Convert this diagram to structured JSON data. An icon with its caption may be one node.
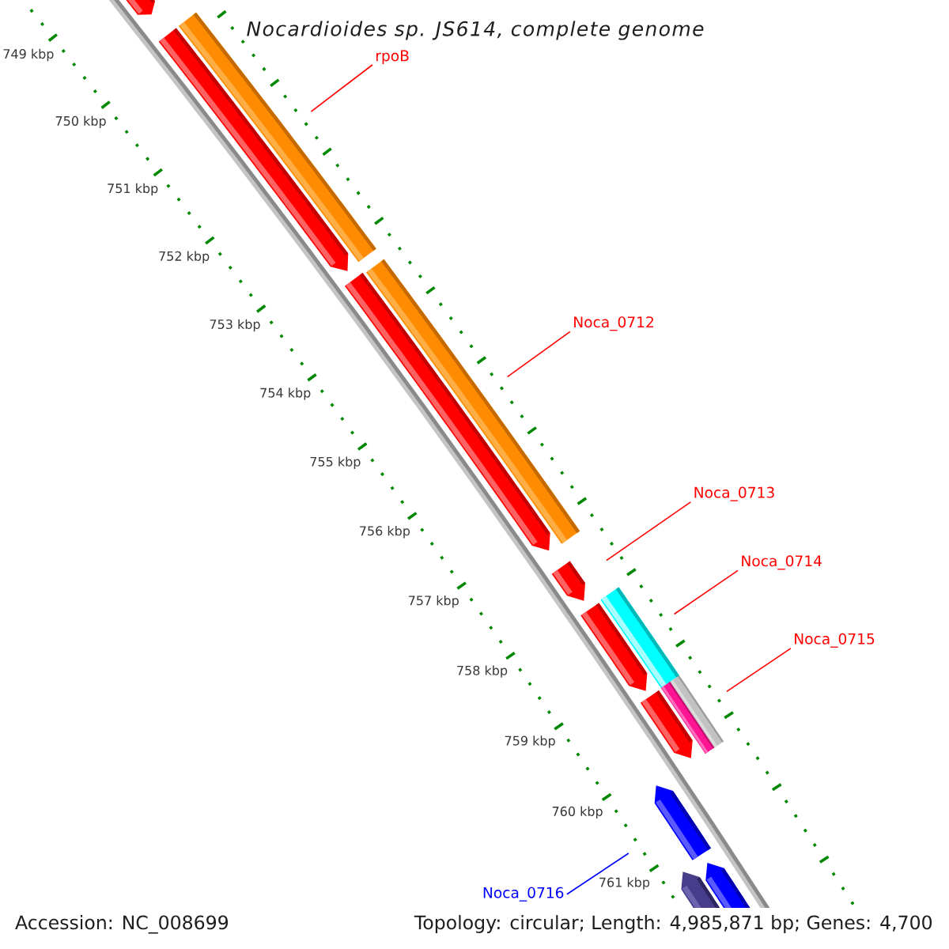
{
  "diagram": {
    "title": "Nocardioides sp. JS614, complete genome",
    "nodes": [
      {
        "text": [
          "rpoB"
        ]
      },
      {
        "text": [
          "Noca_0712"
        ]
      },
      {
        "text": [
          "Noca_0713"
        ]
      },
      {
        "text": [
          "Noca_0714"
        ]
      },
      {
        "text": [
          "Noca_0715"
        ]
      },
      {
        "text": [
          "Noca_0716"
        ]
      },
      {
        "text": [],
        "shape": "arrow"
      },
      {
        "text": [],
        "shape": "arrow"
      },
      {
        "text": [],
        "shape": "bar"
      },
      {
        "text": [],
        "shape": "arrow"
      },
      {
        "text": [],
        "shape": "bar"
      },
      {
        "text": [],
        "shape": "arrow"
      },
      {
        "text": [],
        "shape": "arrow"
      },
      {
        "text": [],
        "shape": "bar"
      },
      {
        "text": [],
        "shape": "arrow"
      },
      {
        "text": [],
        "shape": "bar"
      },
      {
        "text": [],
        "shape": "arrow"
      },
      {
        "text": [],
        "shape": "arrow"
      },
      {
        "text": [],
        "shape": "arrow"
      }
    ],
    "edges": [
      {
        "from": 0,
        "to": 8,
        "arrow": "none"
      },
      {
        "from": 1,
        "to": 10,
        "arrow": "none"
      },
      {
        "from": 2,
        "to": 11,
        "arrow": "none"
      },
      {
        "from": 3,
        "to": 13,
        "arrow": "none"
      },
      {
        "from": 4,
        "to": 15,
        "arrow": "none"
      },
      {
        "from": 5,
        "to": 16,
        "arrow": "none",
        "color": "#0000ff"
      }
    ],
    "labels": [
      "749 kbp",
      "750 kbp",
      "751 kbp",
      "752 kbp",
      "753 kbp",
      "754 kbp",
      "755 kbp",
      "756 kbp",
      "757 kbp",
      "758 kbp",
      "759 kbp",
      "760 kbp",
      "761 kbp",
      "Accession: NC_008699",
      "Topology: circular; Length: 4,985,871 bp; Genes: 4,700"
    ]
  }
}
